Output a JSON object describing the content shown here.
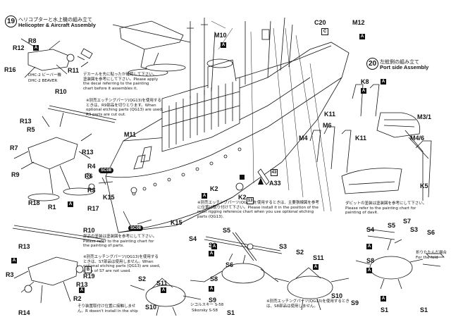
{
  "step19": {
    "number": "19",
    "title_jp": "ヘリコプターと水上機の組み立て",
    "title_en": "Helicopter & Aircraft Assembly"
  },
  "step20": {
    "number": "20",
    "title_jp": "左舷側の組み立て",
    "title_en": "Port side Assembly"
  },
  "notes": {
    "decal": "デカールを先に貼ったか確認して下さい。塗装図を参考にして下さい。Please apply the decal referring to the painting chart before it assembles it.",
    "r9_etching": "※別売エッチングパーツ(QG13)を使用するときは、R9部品を切りとります。When optional etching parts (QG13) are used, R9 parts are cut out.",
    "paint_ref": "部品の塗装は塗装図を参考にして下さい。Please refer to the painting chart for the painting of parts.",
    "s7_etching": "※別売エッチングパーツ(QG13)を使用するときは、S7部品は使用しません。When optional etching parts (QG13) are used, parts of S7 are not used.",
    "rigging": "※別売エッチングパーツ(QG13)を使用するときは、主要張線図を参考に位置に取り付けて下さい。Please install it in the position of the main rigging reference chart when you use optional etching parts (QG13).",
    "davit": "ダビットの塗装は塗装図を参考にして下さい。Please refer to the painting chart for painting of davit.",
    "s8_etching": "※別売エッチングパーツ(QG13)を使用するときは、S8部品は使用しません。",
    "r2_note": "そり装置取付け位置に接触しません。R doesn't install in the ship",
    "fold": "折りたたんだ場合 For the fold"
  },
  "aircraft": {
    "beaver_jp": "DHC-2 ビーバー機",
    "beaver_en": "DHC-2 BEAVER",
    "sikorsky_jp": "シコルスキー S-58",
    "sikorsky_en": "Sikorsky S-58"
  },
  "parts_left": [
    "R8",
    "R12",
    "R11",
    "R16",
    "R10",
    "R13",
    "R5",
    "R7",
    "R13",
    "R4",
    "R9",
    "R6",
    "R3",
    "R18",
    "R1",
    "R17",
    "R10",
    "R13",
    "R19",
    "R3",
    "R13",
    "R2",
    "R14"
  ],
  "parts_ship": [
    "M10",
    "M11",
    "K15",
    "K2",
    "A33",
    "K2",
    "K15",
    "C20",
    "M12",
    "K8",
    "M3/1",
    "M6",
    "M4",
    "K11",
    "K11",
    "M4/6",
    "K5"
  ],
  "parts_helis": [
    "S5",
    "S4",
    "S3",
    "S6",
    "S2",
    "S11",
    "S8",
    "S1",
    "S10",
    "S9",
    "S4",
    "S5",
    "S7",
    "S3",
    "S6",
    "S3",
    "S2",
    "S11",
    "S8",
    "S1",
    "S9",
    "S10",
    "S1"
  ],
  "markers": {
    "a": "A",
    "b": "B",
    "sc08": "SC08",
    "c20_box": "C",
    "n13": "13",
    "n43": "43"
  }
}
